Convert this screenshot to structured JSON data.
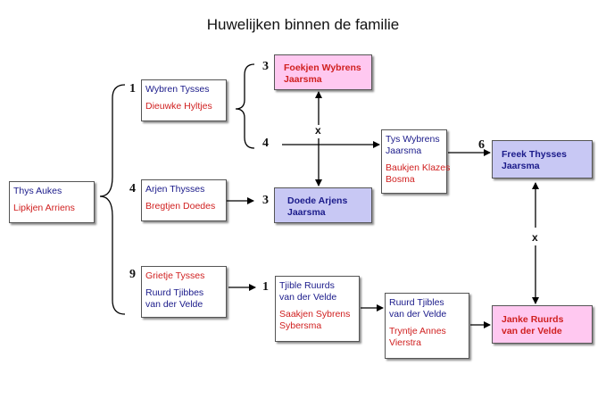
{
  "title": "Huwelijken binnen de familie",
  "colors": {
    "blue_text": "#1a1a8a",
    "red_text": "#d02020",
    "pink": "#ffc8f0",
    "lavender": "#c8c8f4"
  },
  "persons": {
    "root": {
      "male": "Thys Aukes",
      "female": "Lipkjen Arriens"
    },
    "c1": {
      "number": "1",
      "male": "Wybren Tysses",
      "female": "Dieuwke Hyltjes"
    },
    "c4": {
      "number": "4",
      "male": "Arjen Thysses",
      "female": "Bregtjen Doedes"
    },
    "c9": {
      "number": "9",
      "female": "Grietje Tysses",
      "male_line1": "Ruurd Tjibbes",
      "male_line2": "van der Velde"
    },
    "foekjen": {
      "number": "3",
      "line1": "Foekjen Wybrens",
      "line2": "Jaarsma"
    },
    "doede": {
      "number": "3",
      "line1": "Doede Arjens",
      "line2": "Jaarsma"
    },
    "tys": {
      "number": "4",
      "male_line1": "Tys Wybrens",
      "male_line2": "Jaarsma",
      "female_line1": "Baukjen Klazes",
      "female_line2": "Bosma"
    },
    "freek": {
      "number": "6",
      "line1": "Freek Thysses",
      "line2": "Jaarsma"
    },
    "tjible": {
      "number": "1",
      "male_line1": "Tjible Ruurds",
      "male_line2": "van der Velde",
      "female_line1": "Saakjen Sybrens",
      "female_line2": "Sybersma"
    },
    "ruurd": {
      "male_line1": "Ruurd Tjibles",
      "male_line2": "van der Velde",
      "female_line1": "Tryntje Annes",
      "female_line2": "Vierstra"
    },
    "janke": {
      "line1": "Janke Ruurds",
      "line2": "van der Velde"
    }
  },
  "marks": {
    "x1": "x",
    "x2": "x"
  }
}
